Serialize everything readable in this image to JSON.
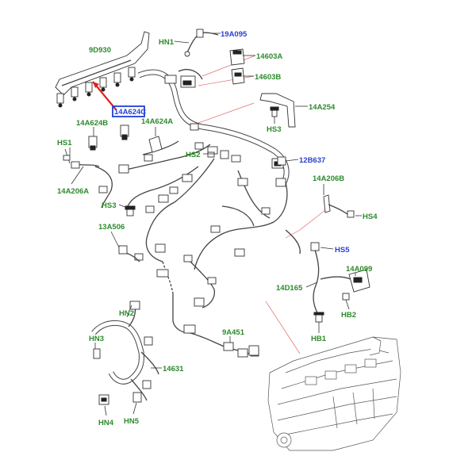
{
  "labels": {
    "l_9D930": "9D930",
    "l_HN1": "HN1",
    "l_19A095": "19A095",
    "l_14603A": "14603A",
    "l_14603B": "14603B",
    "l_14A254": "14A254",
    "l_14A624C": "14A624C",
    "l_14A624B": "14A624B",
    "l_14A624A": "14A624A",
    "l_HS3_top": "HS3",
    "l_12B637": "12B637",
    "l_HS1": "HS1",
    "l_HS2": "HS2",
    "l_14A206A": "14A206A",
    "l_14A206B": "14A206B",
    "l_HS4": "HS4",
    "l_HS3": "HS3",
    "l_13A506": "13A506",
    "l_HS5": "HS5",
    "l_14A099": "14A099",
    "l_14D165": "14D165",
    "l_HB2": "HB2",
    "l_HB1": "HB1",
    "l_HN2": "HN2",
    "l_HN3": "HN3",
    "l_9A451": "9A451",
    "l_14631": "14631",
    "l_HN4": "HN4",
    "l_HN5": "HN5"
  },
  "colors": {
    "label_green": "#2d8a2d",
    "label_blue": "#2a3fd1",
    "highlight_box": "#1f3fd6",
    "highlight_arrow": "#e0201b"
  }
}
